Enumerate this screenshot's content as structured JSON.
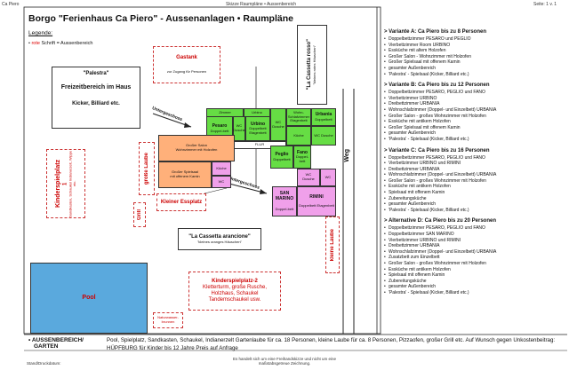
{
  "header": {
    "left": "Ca Piero",
    "center": "Skizze Raumpläne • Aussenbereich",
    "right": "Seite: 1 v. 1"
  },
  "title": "Borgo \"Ferienhaus Ca Piero\" - Aussenanlagen • Raumpläne",
  "legend": {
    "heading": "Legende:",
    "bullet": "•",
    "red_word": "rote",
    "rest": " Schrift = Aussenbereich"
  },
  "plan": {
    "gastank": "Gastank",
    "gastank_sub": "zur Zugang für Personen",
    "cassetta_rosso": "\"La Cassetta rosso\"",
    "cassetta_rosso_sub": "\"kleines rotes Häuschen\"",
    "palestra": "\"Palestra\"",
    "freizeit": "Freizeitbereich im Haus",
    "kicker": "Kicker, Billiard etc.",
    "untergeschoss1": "Untergeschoss",
    "untergeschoss2": "Untergeschoss",
    "urbino_top": "Urbino",
    "pesaro": "Pesaro",
    "pesaro_sub": "Doppel-bett",
    "zimmer": "Zimmer",
    "wc1": "WC",
    "dusche1": "Dusche",
    "flur": "FLUR",
    "urbino": "Urbino",
    "urbino_sub": "Doppelbett Etagenbett",
    "wc2": "WC Dusche",
    "urbania_top": "Wohn-Schlafzimmer Etagenbett",
    "urbania": "Urbania",
    "urbania_sub": "Doppelbett",
    "kueche_a": "Küche",
    "wc3": "WC Dusche",
    "pegolo": "Peglio",
    "pegolo_sub": "Doppelbett",
    "fano": "Fano",
    "fano_sub": "Doppel-bett",
    "salon": "Großer Salon",
    "salon_sub": "Wohnzimmer mit Holzofen",
    "spiel": "Großer Spielsaal",
    "spiel_sub": "mit offenem Kamin",
    "kueche_b": "Küche",
    "wc4": "WC",
    "grosse_laube": "große Laube",
    "kinder1_a": "Kinderspielplatz",
    "kinder1_b": "1",
    "kinder1_c": "Sandkasten, Schaukel Indianerzelt, Wippe etc.",
    "kleiner_essplatz": "Kleiner Essplatz",
    "san_marino": "SAN MARINO",
    "san_marino_sub": "Doppel-bett",
    "wc5": "WC",
    "dusche5": "Dusche",
    "wc6": "WC",
    "rimini": "RIMINI",
    "rimini_sub": "Doppelbett Etagenbett",
    "grill": "Grill",
    "kleine_laube": "kleine Laube",
    "weg": "Weg",
    "cassetta_arancione": "\"La Cassetta arancione\"",
    "cassetta_arancione_sub": "\"kleines oranges Häuschen\"",
    "kinder2_a": "Kinderspielplatz-2",
    "kinder2_b": "Kletterturm, große Rusche,",
    "kinder2_c": "Holzhaus, Schaukel",
    "kinder2_d": "Tandemschaukel usw.",
    "pool": "Pool",
    "natur_a": "Naturwasser-",
    "natur_b": "brunnen"
  },
  "variants": [
    {
      "title": "> Variante A: Ca Piero bis zu 8 Personen",
      "items": [
        "Doppelbettzimmer PESARO und PEGLIO",
        "Vierbettzimmer Room URBINO",
        "Essküche mit altem Holzofen",
        "Großer Salon - Wohnzimmer mit Holzofen",
        "Großer Spielsaal mit offenem Kamin",
        "gesamter Außenbereich",
        "'Palestra' - Spielsaal (Kicker, Billiard etc.)"
      ]
    },
    {
      "title": "> Variante B: Ca Piero bis zu 12 Personen",
      "items": [
        "Doppelbettzimmer PESARO, PEGLIO und FANO",
        "Vierbettzimmer URBINO",
        "Dreibettzimmer URBANIA",
        "Wohnschlafzimmer (Doppel- und Einzelbett) URBANIA",
        "Großer Salon - großes Wohnzimmer mit Holzofen",
        "Essküche mit antikem Holzofen",
        "Großer Spielsaal mit offenem Kamin",
        "gesamter Außenbereich",
        "'Palestra' - Spielsaal (Kicker, Billiard etc.)"
      ]
    },
    {
      "title": "> Variante C: Ca Piero bis zu 16 Personen",
      "items": [
        "Doppelbettzimmer PESARO, PEGLIO und FANO",
        "Vierbettzimmer URBINO und RIMINI",
        "Dreibettzimmer URBANIA",
        "Wohnschlafzimmer (Doppel- und Einzelbett) URBANIA",
        "Großer Salon - großes Wohnzimmer mit Holzofen",
        "Essküche mit antikem Holzofen",
        "Spielsaal mit offenem Kamin",
        "Zubereitungsküche",
        "gesamter Außenbereich",
        "'Palestra' - Spielsaal (Kicker, Billiard etc.)"
      ]
    },
    {
      "title": "> Alternative D: Ca Piero bis zu 20 Personen",
      "items": [
        "Doppelbettzimmer PESARO, PEGLIO und FANO",
        "Doppelbettzimmer SAN MARINO",
        "Vierbettzimmer URBINO und RIMINI",
        "Dreibettzimmer URBANIA",
        "Wohnschlafzimmer (Doppel- und Einzelbett) URBANIA",
        "Zusatzbett zum Einzelbett",
        "Großer Salon - großes Wohnzimmer mit Holzofen",
        "Essküche mit antikem Holzofen",
        "Spielsaal mit offenem Kamin",
        "Zubereitungsküche",
        "gesamter Außenbereich",
        "'Palestra' - Spielsaal (Kicker, Billiard etc.)"
      ]
    }
  ],
  "bottom": {
    "label1": "• AUSSENBEREICH/",
    "label2": "GARTEN",
    "text": "Pool, Spielplatz, Sandkasten, Schaukel, Indianerzelt  Gartenlaube für ca. 18 Personen, kleine Laube für  ca. 8 Personen, Pizzaofen, großer Grill etc. Auf Wunsch gegen Unkostenbeitrag:  HÜPFBURG für Kinder bis 12 Jahre Preis auf Anfrage"
  },
  "footer": {
    "stand": "Stand/Druckdatum:",
    "note1": "Es handelt sich um eine Freihandskizze und nicht um eine",
    "note2": "maßstabsgetreue Zeichnung."
  }
}
